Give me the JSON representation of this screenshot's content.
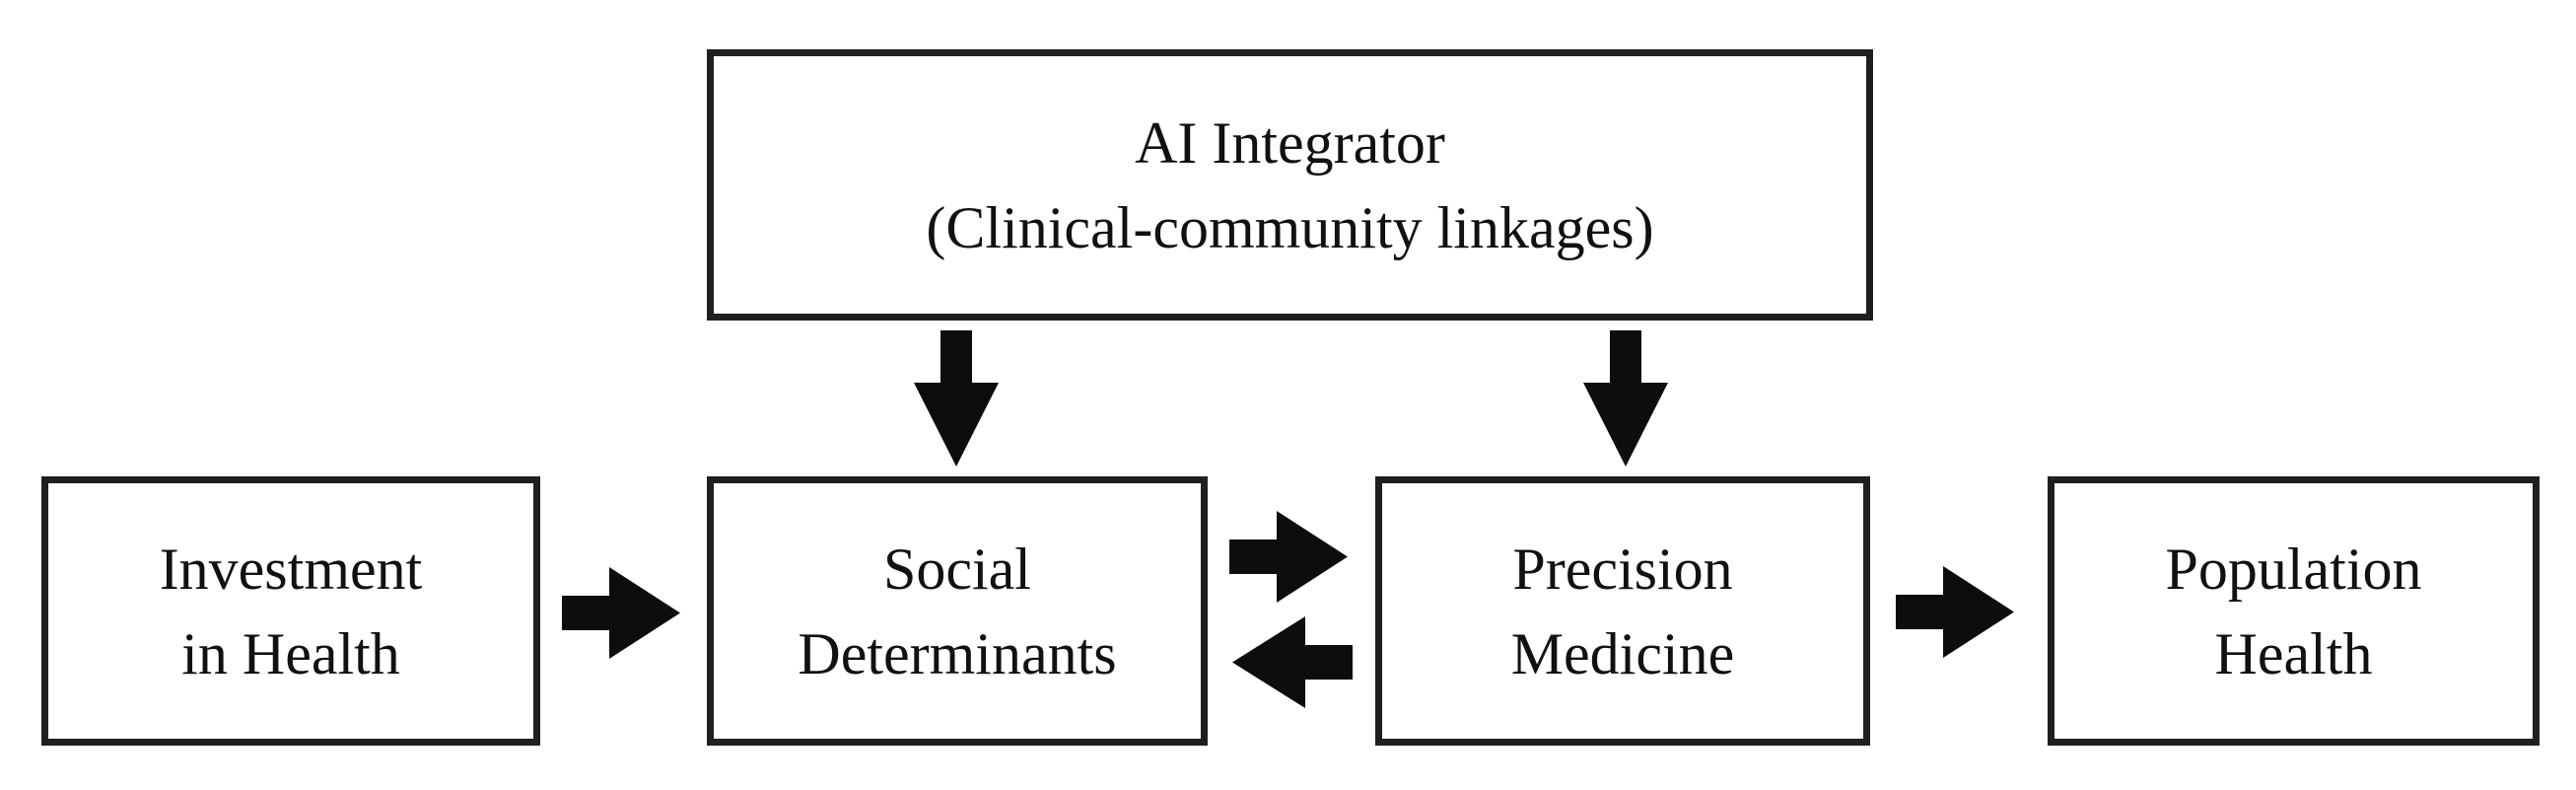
{
  "figure": {
    "type": "flow-diagram",
    "background_color": "#ffffff",
    "box_border_color": "#1f1f1f",
    "text_color": "#111111",
    "arrow_color": "#0d0d0d",
    "nodes": {
      "ai_integrator": {
        "line1": "AI Integrator",
        "line2": "(Clinical-community linkages)"
      },
      "investment_in_health": {
        "line1": "Investment",
        "line2": "in Health"
      },
      "social_determinants": {
        "line1": "Social",
        "line2": "Determinants"
      },
      "precision_medicine": {
        "line1": "Precision",
        "line2": "Medicine"
      },
      "population_health": {
        "line1": "Population",
        "line2": "Health"
      }
    },
    "edges": [
      {
        "from": "ai_integrator",
        "to": "social_determinants",
        "direction": "down"
      },
      {
        "from": "ai_integrator",
        "to": "precision_medicine",
        "direction": "down"
      },
      {
        "from": "investment_in_health",
        "to": "social_determinants",
        "direction": "right"
      },
      {
        "from": "social_determinants",
        "to": "precision_medicine",
        "direction": "right"
      },
      {
        "from": "precision_medicine",
        "to": "social_determinants",
        "direction": "left"
      },
      {
        "from": "precision_medicine",
        "to": "population_health",
        "direction": "right"
      }
    ]
  }
}
